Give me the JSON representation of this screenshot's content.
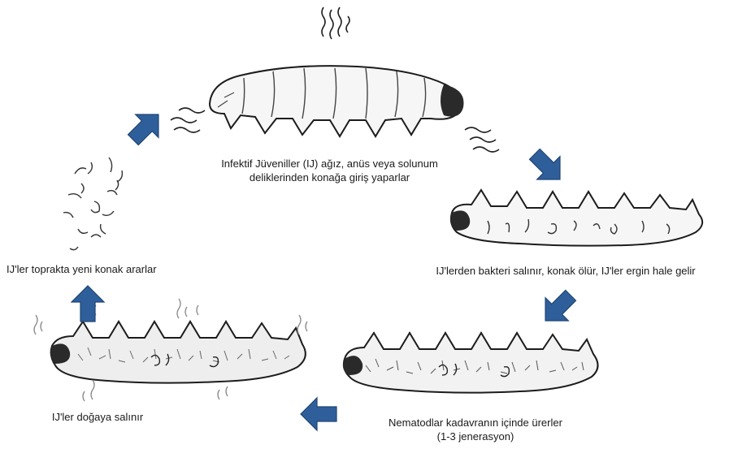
{
  "labels": {
    "entry_line1": "Infektif Jüveniller (IJ) ağız, anüs veya solunum",
    "entry_line2": "deliklerinden konağa giriş yaparlar",
    "bacteria": "IJ'lerden bakteri salınır, konak ölür, IJ'ler ergin hale gelir",
    "reproduce_line1": "Nematodlar kadavranın içinde ürerler",
    "reproduce_line2": "(1-3 jenerasyon)",
    "release": "IJ'ler doğaya salınır",
    "search": "IJ'ler toprakta yeni konak ararlar"
  },
  "colors": {
    "arrow": "#2f5f9b",
    "outline": "#1c1c1c",
    "head": "#2a2a2a",
    "body": "#f4f4f4"
  },
  "icons": [
    "larva-icon",
    "nematode-icon",
    "arrow-icon"
  ]
}
